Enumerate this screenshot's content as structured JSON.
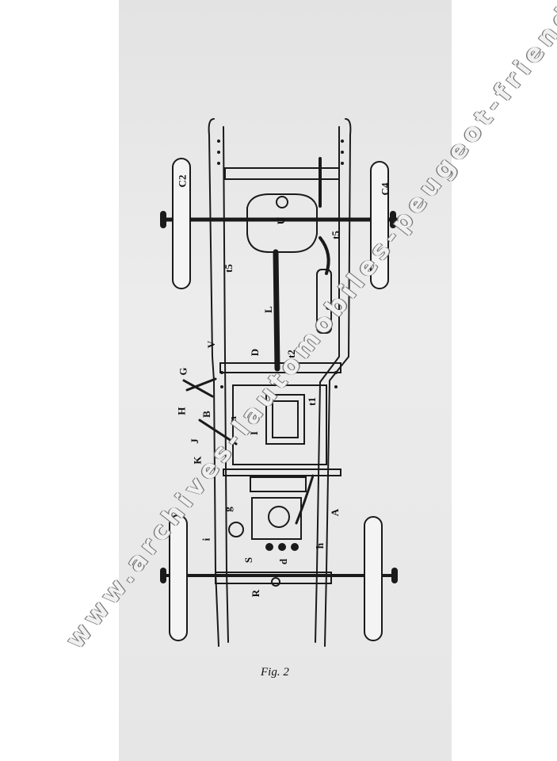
{
  "figure": {
    "caption": "Fig. 2",
    "labels": {
      "C2": "C2",
      "C4": "C4",
      "t5_left": "t5",
      "t5_right": "t5",
      "U": "U",
      "L": "L",
      "O": "O",
      "V": "V",
      "D": "D",
      "t2": "t2",
      "t1": "t1",
      "G": "G",
      "H": "H",
      "B": "B",
      "J": "J",
      "m": "m",
      "I": "I",
      "K": "K",
      "g": "g",
      "A": "A",
      "i": "i",
      "h": "h",
      "S": "S",
      "d": "d",
      "R": "R"
    }
  },
  "watermark": {
    "text": "www.archives-lautomobiles-peugeot-friends.com"
  }
}
